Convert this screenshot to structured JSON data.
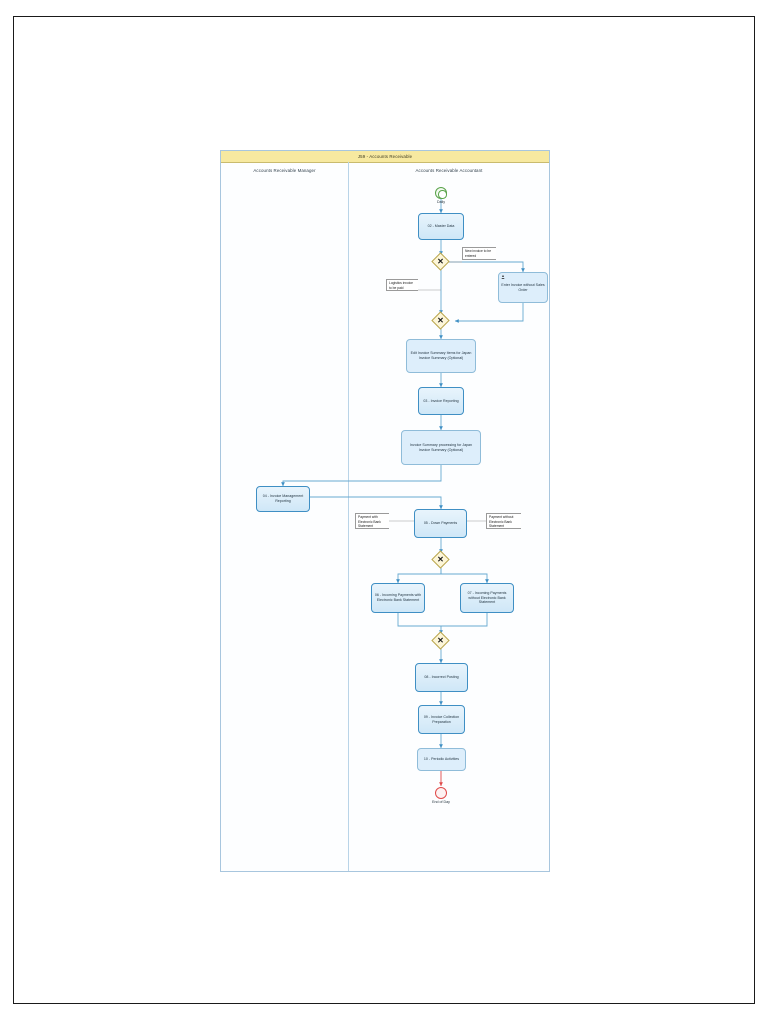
{
  "document": {
    "title": "J59 - Accounts Receivable",
    "type": "BPMN process diagram"
  },
  "pool": {
    "title": "J59 - Accounts Receivable",
    "header_color": "#f7e9a0",
    "border_color": "#a8c6de"
  },
  "lanes": [
    {
      "id": "lane-manager",
      "label": "Accounts Receivable Manager"
    },
    {
      "id": "lane-accountant",
      "label": "Accounts Receivable Accountant"
    }
  ],
  "events": [
    {
      "id": "start-daily",
      "kind": "start-timer",
      "label": "Daily",
      "color": "#5aa34b"
    },
    {
      "id": "end-of-day",
      "kind": "end",
      "label": "End of Day",
      "color": "#e04a4a"
    }
  ],
  "gateways": [
    {
      "id": "gw-1",
      "kind": "exclusive",
      "symbol": "✕"
    },
    {
      "id": "gw-2",
      "kind": "exclusive",
      "symbol": "✕"
    },
    {
      "id": "gw-3",
      "kind": "exclusive",
      "symbol": "✕"
    },
    {
      "id": "gw-4",
      "kind": "exclusive",
      "symbol": "✕"
    }
  ],
  "tasks": [
    {
      "id": "t-02",
      "label": "02 - Master Data",
      "lane": "lane-accountant",
      "kind": "subprocess"
    },
    {
      "id": "t-enter-invoice",
      "label": "Enter Invoice without Sales Order",
      "lane": "lane-accountant",
      "kind": "user-task"
    },
    {
      "id": "t-edit-summary",
      "label": "Edit Invoice Summary Items for Japan Invoice Summary (Optional)",
      "lane": "lane-accountant",
      "kind": "task"
    },
    {
      "id": "t-03",
      "label": "03 - Invoice Reporting",
      "lane": "lane-accountant",
      "kind": "subprocess"
    },
    {
      "id": "t-summary-processing",
      "label": "Invoice Summary processing for Japan Invoice Summary (Optional)",
      "lane": "lane-accountant",
      "kind": "task"
    },
    {
      "id": "t-04",
      "label": "04 - Invoice Management Reporting",
      "lane": "lane-manager",
      "kind": "subprocess"
    },
    {
      "id": "t-05",
      "label": "05 - Down Payments",
      "lane": "lane-accountant",
      "kind": "subprocess"
    },
    {
      "id": "t-06",
      "label": "06 - Incoming Payments with Electronic Bank Statement",
      "lane": "lane-accountant",
      "kind": "subprocess"
    },
    {
      "id": "t-07",
      "label": "07 - Incoming Payments without Electronic Bank Statement",
      "lane": "lane-accountant",
      "kind": "subprocess"
    },
    {
      "id": "t-08",
      "label": "08 - Incorrect Posting",
      "lane": "lane-accountant",
      "kind": "subprocess"
    },
    {
      "id": "t-09",
      "label": "09 - Invoice Collection Preparation",
      "lane": "lane-accountant",
      "kind": "subprocess"
    },
    {
      "id": "t-10",
      "label": "10 - Periodic Activities",
      "lane": "lane-accountant",
      "kind": "task"
    }
  ],
  "annotations": [
    {
      "id": "an-new-invoice",
      "label": "New invoice to be entered"
    },
    {
      "id": "an-logistics-invoice",
      "label": "Logistics invoice to be paid"
    },
    {
      "id": "an-payment-with-ebs",
      "label": "Payment with Electronic Bank Statement"
    },
    {
      "id": "an-payment-without-ebs",
      "label": "Payment without Electronic Bank Statement"
    }
  ]
}
